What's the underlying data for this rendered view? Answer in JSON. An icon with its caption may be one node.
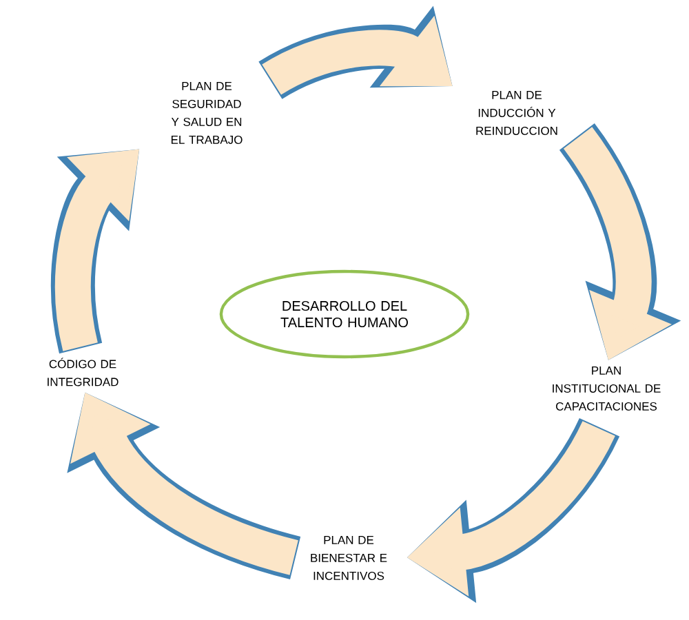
{
  "diagram": {
    "nodes": [
      {
        "text": [
          "DESARROLLO DEL TALENTO HUMANO"
        ]
      },
      {
        "text": [
          "PLAN DE SEGURIDAD Y SALUD EN EL TRABAJO"
        ]
      },
      {
        "text": [
          "PLAN DE INDUCCIÓN Y REINDUCCION"
        ]
      },
      {
        "text": [
          "PLAN INSTITUCIONAL DE CAPACITACIONES"
        ]
      },
      {
        "text": [
          "PLAN DE BIENESTAR E INCENTIVOS"
        ]
      },
      {
        "text": [
          "CÓDIGO DE INTEGRIDAD"
        ]
      }
    ],
    "edges": [
      {
        "from": 1,
        "to": 2,
        "arrow": "to"
      },
      {
        "from": 2,
        "to": 3,
        "arrow": "to"
      },
      {
        "from": 3,
        "to": 4,
        "arrow": "to"
      },
      {
        "from": 4,
        "to": 5,
        "arrow": "to"
      },
      {
        "from": 5,
        "to": 1,
        "arrow": "to"
      }
    ]
  }
}
